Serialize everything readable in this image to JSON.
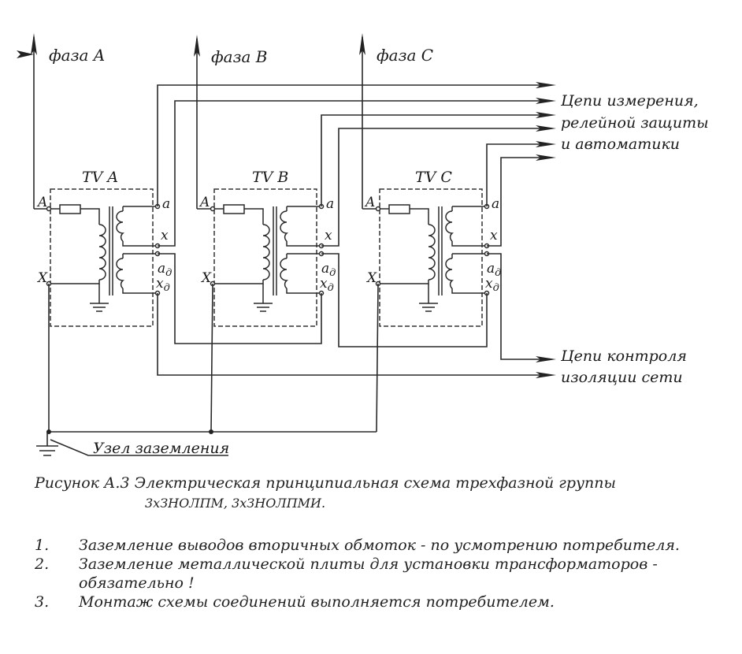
{
  "phases": [
    {
      "label": "фаза A"
    },
    {
      "label": "фаза B"
    },
    {
      "label": "фаза C"
    }
  ],
  "transformers": [
    {
      "name": "TV A",
      "primary_start": "A",
      "primary_end": "X",
      "sec_a": "a",
      "sec_x": "x",
      "add_a": "a",
      "add_x": "x",
      "add_sub": "д"
    },
    {
      "name": "TV B",
      "primary_start": "A",
      "primary_end": "X",
      "sec_a": "a",
      "sec_x": "x",
      "add_a": "a",
      "add_x": "x",
      "add_sub": "д"
    },
    {
      "name": "TV C",
      "primary_start": "A",
      "primary_end": "X",
      "sec_a": "a",
      "sec_x": "x",
      "add_a": "a",
      "add_x": "x",
      "add_sub": "д"
    }
  ],
  "outputs": {
    "measurement": [
      "Цепи измерения,",
      "релейной защиты",
      "и автоматики"
    ],
    "insulation": [
      "Цепи контроля",
      "изоляции сети"
    ]
  },
  "ground_label": "Узел заземления",
  "caption": {
    "line1": "Рисунок А.3 Электрическая принципиальная схема трехфазной группы",
    "line2": "3хЗНОЛПМ, 3хЗНОЛПМИ."
  },
  "notes": [
    {
      "num": "1.",
      "text": "Заземление выводов вторичных обмоток - по усмотрению потребителя."
    },
    {
      "num": "2.",
      "text": "Заземление металлической плиты для установки трансформаторов - обязательно !"
    },
    {
      "num": "3.",
      "text": "Монтаж схемы соединений выполняется потребителем."
    }
  ]
}
